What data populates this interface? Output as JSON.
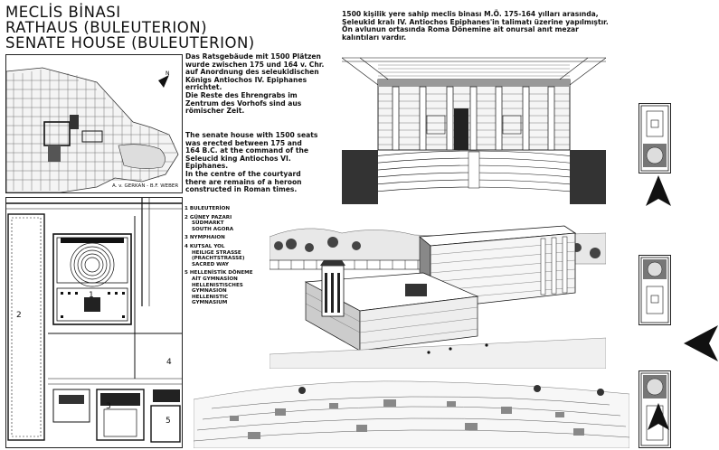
{
  "title": {
    "line1": "MECLİS BİNASI",
    "line2": "RATHAUS (BULEUTERION)",
    "line3": "SENATE HOUSE (BULEUTERION)"
  },
  "text_german": "Das Ratsgebäude mit 1500 Plätzen\nwurde zwischen 175 und 164 v. Chr.\nauf Anordnung des seleukidischen\nKönigs Antiochos IV. Epiphanes\nerrichtet.\nDie Reste des Ehrengrabs im\nZentrum des Vorhofs sind aus\nrömischer Zeit.",
  "text_english": "The senate house with 1500 seats\nwas erected between 175 and\n164 B.C. at the command of the\nSeleucid king Antiochos VI.\nEpiphanes.\nIn the centre of the courtyard\nthere are remains of a heroon\nconstructed in Roman times.",
  "text_turkish": "1500 kişilik yere sahip meclis binası M.Ö. 175-164 yılları arasında,\nSeleukid kralı IV. Antiochos Epiphanes'in talimatı üzerine yapılmıştır.\nÖn avlunun ortasında Roma Dönemine ait onursal anıt mezar\nkalıntıları vardır.",
  "map_credit": "A. v. GERKAN - B.F. WEBER",
  "legend": [
    {
      "num": "1",
      "lines": [
        "BULEUTERİON"
      ]
    },
    {
      "num": "2",
      "lines": [
        "GÜNEY PAZARI",
        "SÜDMARKT",
        "SOUTH AGORA"
      ]
    },
    {
      "num": "3",
      "lines": [
        "NYMPHAION"
      ]
    },
    {
      "num": "4",
      "lines": [
        "KUTSAL YOL",
        "HEILIGE STRASSE",
        "(PRACHTSTRASSE)",
        "SACRED WAY"
      ]
    },
    {
      "num": "5",
      "lines": [
        "HELLENİSTİK DÖNEME",
        "AİT GYMNASİON",
        "HELLENISTISCHES",
        "GYMNASION",
        "HELLENISTIC",
        "GYMNASIUM"
      ]
    }
  ],
  "plan_numbers": [
    "1",
    "2",
    "3",
    "4",
    "5"
  ]
}
